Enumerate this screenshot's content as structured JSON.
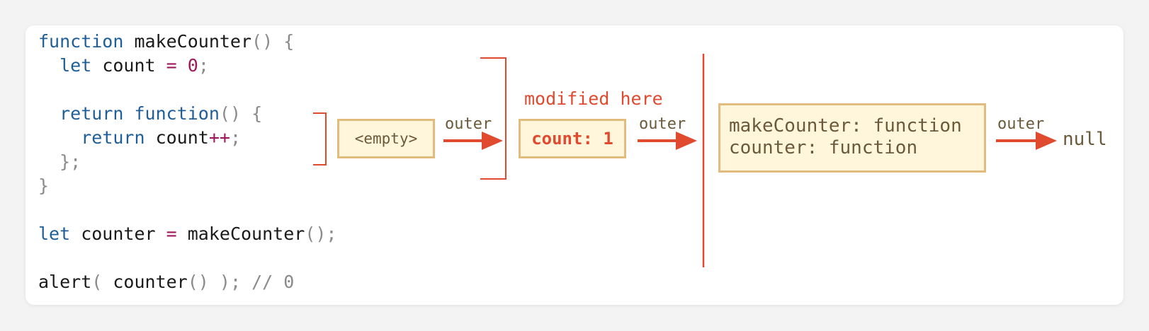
{
  "code": {
    "lines": [
      [
        "function makeCounter() {"
      ],
      [
        "  let count = 0;"
      ],
      [
        ""
      ],
      [
        "  return function() {"
      ],
      [
        "    return count++;"
      ],
      [
        "  };"
      ],
      [
        "}"
      ],
      [
        ""
      ],
      [
        "let counter = makeCounter();"
      ],
      [
        ""
      ],
      [
        "alert( counter() ); // 0"
      ]
    ]
  },
  "diagram": {
    "empty_env": "<empty>",
    "counter_env": "count: 1",
    "modified_label": "modified here",
    "outer_label": "outer",
    "global_env": [
      "makeCounter: function",
      "counter: function"
    ],
    "null_label": "null"
  },
  "colors": {
    "accent": "#e04a2f",
    "box_fill": "#fff6dc",
    "box_border": "#e2bb7e",
    "keyword": "#1f5f99",
    "number": "#a0175a"
  }
}
